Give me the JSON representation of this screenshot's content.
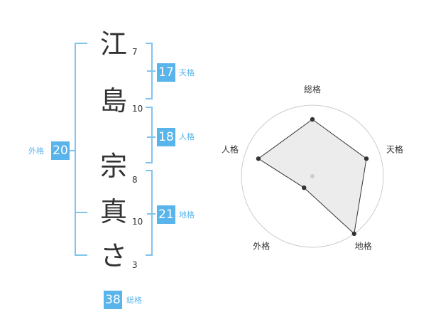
{
  "name": [
    {
      "char": "江",
      "strokes": "7"
    },
    {
      "char": "島",
      "strokes": "10"
    },
    {
      "char": "宗",
      "strokes": "8"
    },
    {
      "char": "真",
      "strokes": "10"
    },
    {
      "char": "さ",
      "strokes": "3"
    }
  ],
  "kaku": {
    "tenkaku": {
      "value": "17",
      "label": "天格"
    },
    "jinkaku": {
      "value": "18",
      "label": "人格"
    },
    "chikaku": {
      "value": "21",
      "label": "地格"
    },
    "gaikaku": {
      "value": "20",
      "label": "外格"
    },
    "soukaku": {
      "value": "38",
      "label": "総格"
    }
  },
  "colors": {
    "accent": "#5ab4ec",
    "bracket": "#7fc4ef",
    "radar_fill": "#e9e9e9",
    "ring": "#cccccc"
  },
  "chart_data": {
    "type": "radar",
    "axes": [
      "総格",
      "天格",
      "地格",
      "外格",
      "人格"
    ],
    "values": [
      0.8,
      0.8,
      1.0,
      0.2,
      0.8
    ],
    "range": [
      0,
      1
    ],
    "rings": 4
  }
}
